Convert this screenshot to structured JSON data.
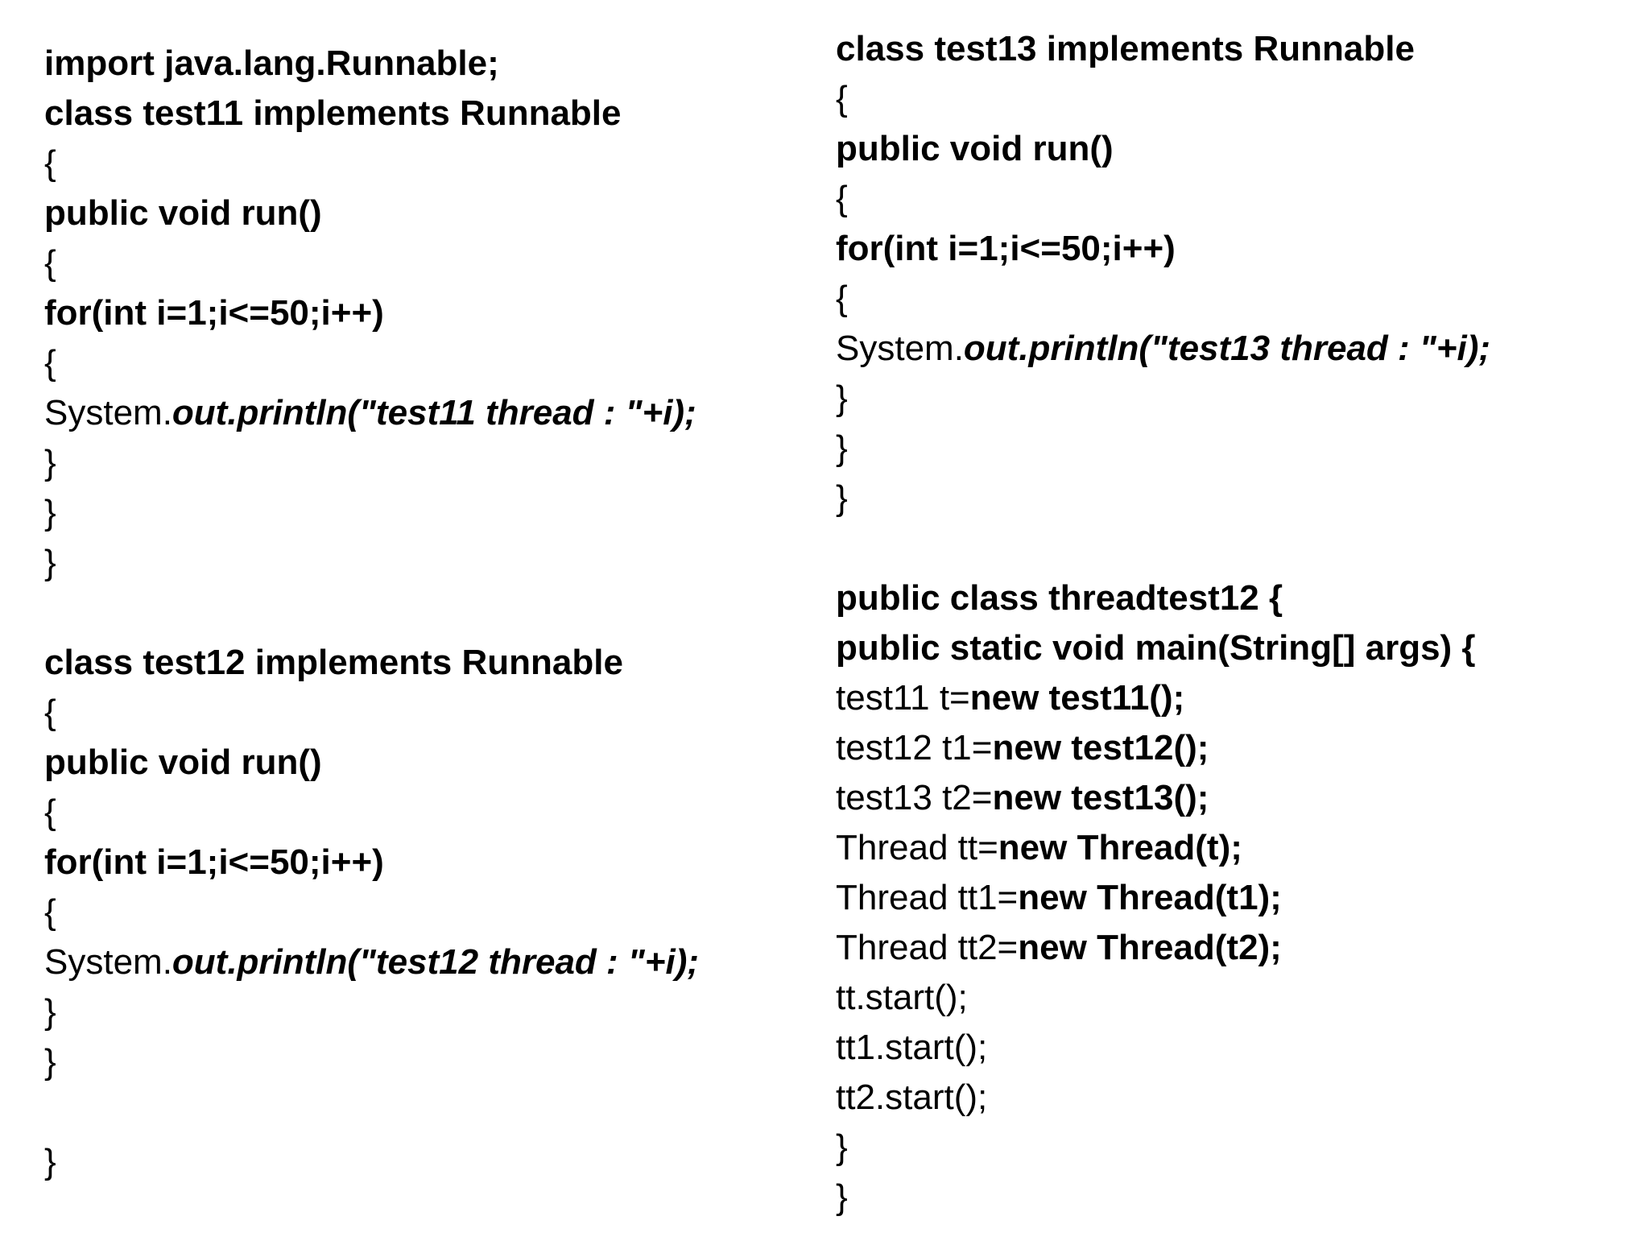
{
  "left_code": [
    {
      "segs": [
        {
          "t": "import java.lang.Runnable;",
          "s": "b"
        }
      ]
    },
    {
      "segs": [
        {
          "t": "class test11 implements Runnable",
          "s": "b"
        }
      ]
    },
    {
      "segs": [
        {
          "t": "{",
          "s": "n"
        }
      ]
    },
    {
      "segs": [
        {
          "t": "public void run()",
          "s": "b"
        }
      ]
    },
    {
      "segs": [
        {
          "t": "{",
          "s": "n"
        }
      ]
    },
    {
      "segs": [
        {
          "t": "for(int i=1;i<=50;i++)",
          "s": "b"
        }
      ]
    },
    {
      "segs": [
        {
          "t": "{",
          "s": "n"
        }
      ]
    },
    {
      "segs": [
        {
          "t": "System.",
          "s": "n"
        },
        {
          "t": "out.println(\"test11 thread : \"+i);",
          "s": "bi"
        }
      ]
    },
    {
      "segs": [
        {
          "t": "}",
          "s": "n"
        }
      ]
    },
    {
      "segs": [
        {
          "t": "}",
          "s": "n"
        }
      ]
    },
    {
      "segs": [
        {
          "t": "}",
          "s": "n"
        }
      ]
    },
    {
      "segs": [
        {
          "t": "class test12 implements Runnable",
          "s": "b"
        }
      ]
    },
    {
      "segs": [
        {
          "t": "{",
          "s": "n"
        }
      ]
    },
    {
      "segs": [
        {
          "t": "public void run()",
          "s": "b"
        }
      ]
    },
    {
      "segs": [
        {
          "t": "{",
          "s": "n"
        }
      ]
    },
    {
      "segs": [
        {
          "t": "for(int i=1;i<=50;i++)",
          "s": "b"
        }
      ]
    },
    {
      "segs": [
        {
          "t": "{",
          "s": "n"
        }
      ]
    },
    {
      "segs": [
        {
          "t": "System.",
          "s": "n"
        },
        {
          "t": "out.println(\"test12 thread : \"+i);",
          "s": "bi"
        }
      ]
    },
    {
      "segs": [
        {
          "t": "}",
          "s": "n"
        }
      ]
    },
    {
      "segs": [
        {
          "t": "}",
          "s": "n"
        }
      ]
    },
    {
      "segs": [
        {
          "t": "}",
          "s": "n"
        }
      ]
    }
  ],
  "right_code": [
    {
      "segs": [
        {
          "t": "class test13 implements Runnable",
          "s": "b"
        }
      ]
    },
    {
      "segs": [
        {
          "t": "{",
          "s": "n"
        }
      ]
    },
    {
      "segs": [
        {
          "t": "public void run()",
          "s": "b"
        }
      ]
    },
    {
      "segs": [
        {
          "t": "{",
          "s": "n"
        }
      ]
    },
    {
      "segs": [
        {
          "t": "for(int i=1;i<=50;i++)",
          "s": "b"
        }
      ]
    },
    {
      "segs": [
        {
          "t": "{",
          "s": "n"
        }
      ]
    },
    {
      "segs": [
        {
          "t": "System.",
          "s": "n"
        },
        {
          "t": "out.println(\"test13 thread : \"+i);",
          "s": "bi"
        }
      ]
    },
    {
      "segs": [
        {
          "t": "}",
          "s": "n"
        }
      ]
    },
    {
      "segs": [
        {
          "t": "}",
          "s": "n"
        }
      ]
    },
    {
      "segs": [
        {
          "t": "}",
          "s": "n"
        }
      ]
    },
    {
      "segs": [
        {
          "t": "public class threadtest12 {",
          "s": "b"
        }
      ]
    },
    {
      "segs": [
        {
          "t": "public static void main(String[] args) {",
          "s": "b"
        }
      ]
    },
    {
      "segs": [
        {
          "t": "test11 t=",
          "s": "n"
        },
        {
          "t": "new test11();",
          "s": "b"
        }
      ]
    },
    {
      "segs": [
        {
          "t": "test12 t1=",
          "s": "n"
        },
        {
          "t": "new test12();",
          "s": "b"
        }
      ]
    },
    {
      "segs": [
        {
          "t": "test13 t2=",
          "s": "n"
        },
        {
          "t": "new test13();",
          "s": "b"
        }
      ]
    },
    {
      "segs": [
        {
          "t": "Thread tt=",
          "s": "n"
        },
        {
          "t": "new Thread(t);",
          "s": "b"
        }
      ]
    },
    {
      "segs": [
        {
          "t": "Thread tt1=",
          "s": "n"
        },
        {
          "t": "new Thread(t1);",
          "s": "b"
        }
      ]
    },
    {
      "segs": [
        {
          "t": "Thread tt2=",
          "s": "n"
        },
        {
          "t": "new Thread(t2);",
          "s": "b"
        }
      ]
    },
    {
      "segs": [
        {
          "t": "tt.start();",
          "s": "n"
        }
      ]
    },
    {
      "segs": [
        {
          "t": "tt1.start();",
          "s": "n"
        }
      ]
    },
    {
      "segs": [
        {
          "t": "tt2.start();",
          "s": "n"
        }
      ]
    },
    {
      "segs": [
        {
          "t": "}",
          "s": "n"
        }
      ]
    },
    {
      "segs": [
        {
          "t": "}",
          "s": "n"
        }
      ]
    }
  ]
}
